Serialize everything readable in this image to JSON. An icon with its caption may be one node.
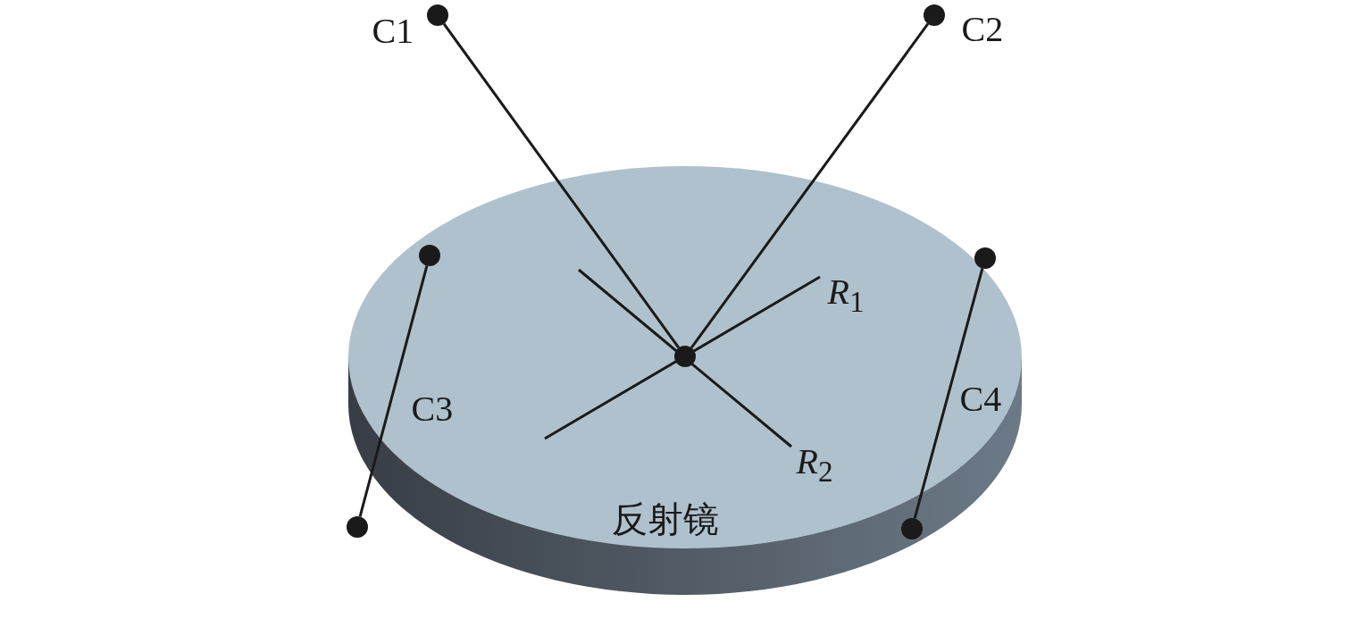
{
  "diagram": {
    "nodes": [
      {
        "text": [
          "反射镜"
        ]
      },
      {
        "text": [],
        "shape": "circle"
      },
      {
        "text": [],
        "shape": "circle"
      },
      {
        "text": [],
        "shape": "circle",
        "in": 0
      },
      {
        "text": [],
        "shape": "circle",
        "in": 0
      },
      {
        "text": [],
        "shape": "circle",
        "in": 0
      },
      {
        "text": [],
        "shape": "circle"
      },
      {
        "text": [],
        "shape": "circle"
      }
    ],
    "edges": [
      {
        "from": 1,
        "to": 5,
        "arrow": "none",
        "label": "C1"
      },
      {
        "from": 2,
        "to": 5,
        "arrow": "none",
        "label": "C2"
      },
      {
        "from": 3,
        "to": 6,
        "arrow": "none",
        "label": "C3"
      },
      {
        "from": 4,
        "to": 7,
        "arrow": "none",
        "label": "C4"
      }
    ],
    "labels": [
      "*R*$_{1}$",
      "*R*$_{2}$"
    ]
  }
}
